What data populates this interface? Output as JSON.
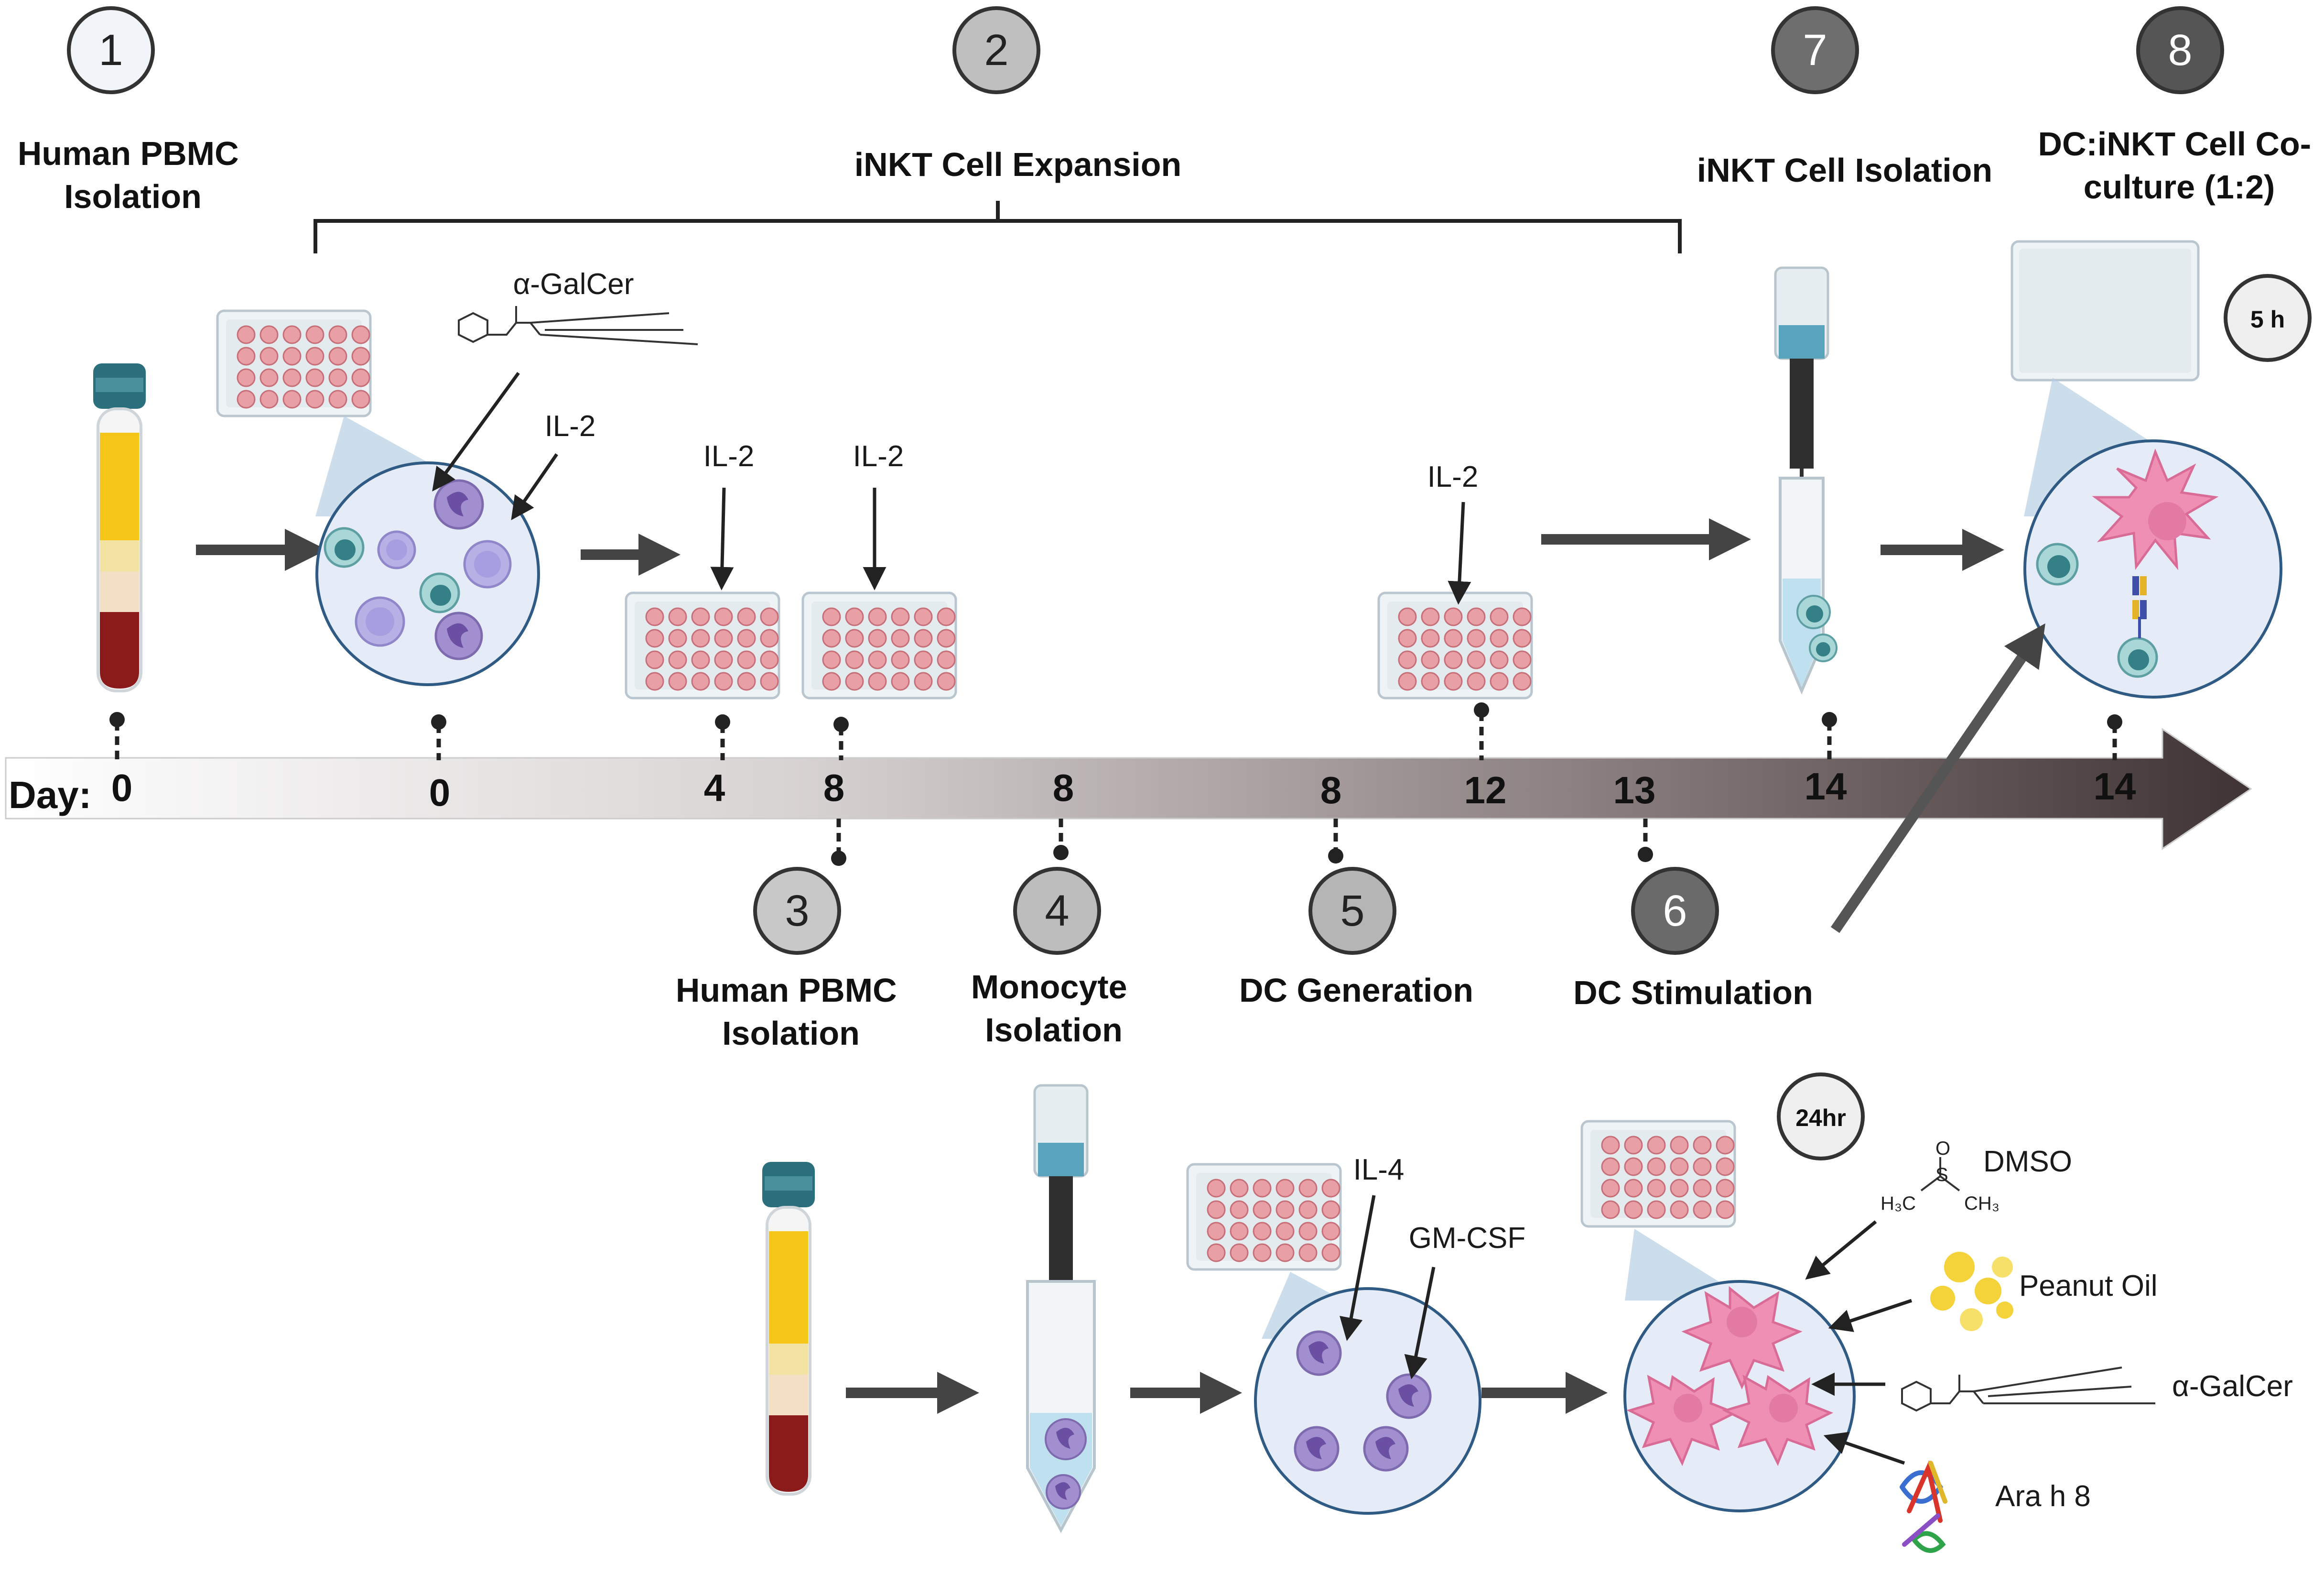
{
  "steps": [
    {
      "number": "1",
      "title_lines": [
        "Human PBMC",
        "Isolation"
      ]
    },
    {
      "number": "2",
      "title_lines": [
        "iNKT Cell Expansion"
      ]
    },
    {
      "number": "3",
      "title_lines": [
        "Human PBMC",
        "Isolation"
      ]
    },
    {
      "number": "4",
      "title_lines": [
        "Monocyte",
        "Isolation"
      ]
    },
    {
      "number": "5",
      "title_lines": [
        "DC Generation"
      ]
    },
    {
      "number": "6",
      "title_lines": [
        "DC Stimulation"
      ]
    },
    {
      "number": "7",
      "title_lines": [
        "iNKT Cell Isolation"
      ]
    },
    {
      "number": "8",
      "title_lines": [
        "DC:iNKT Cell Co-",
        "culture (1:2)"
      ]
    }
  ],
  "timeline": {
    "label": "Day:",
    "days": [
      "0",
      "0",
      "4",
      "8",
      "8",
      "8",
      "12",
      "13",
      "14",
      "14"
    ]
  },
  "reagents": {
    "agalcer": "α-GalCer",
    "il2": "IL-2",
    "il4": "IL-4",
    "gmcsf": "GM-CSF",
    "dmso": "DMSO",
    "peanut_oil": "Peanut Oil",
    "ara_h8": "Ara h 8"
  },
  "chem_labels": {
    "h3c": "H₃C",
    "ch3": "CH₃",
    "s": "S",
    "o": "O"
  },
  "timers": {
    "coculture": "5 h",
    "stimulation": "24hr"
  },
  "colors": {
    "blood_plasma": "#f5c518",
    "blood_rbc": "#8b1a1a",
    "well_pink": "#e8a0a6",
    "cell_teal": "#6fb3b8",
    "cell_lavender": "#a79fd6",
    "dc_pink": "#f08fb4",
    "timeline_dark": "#4a3c3c"
  }
}
